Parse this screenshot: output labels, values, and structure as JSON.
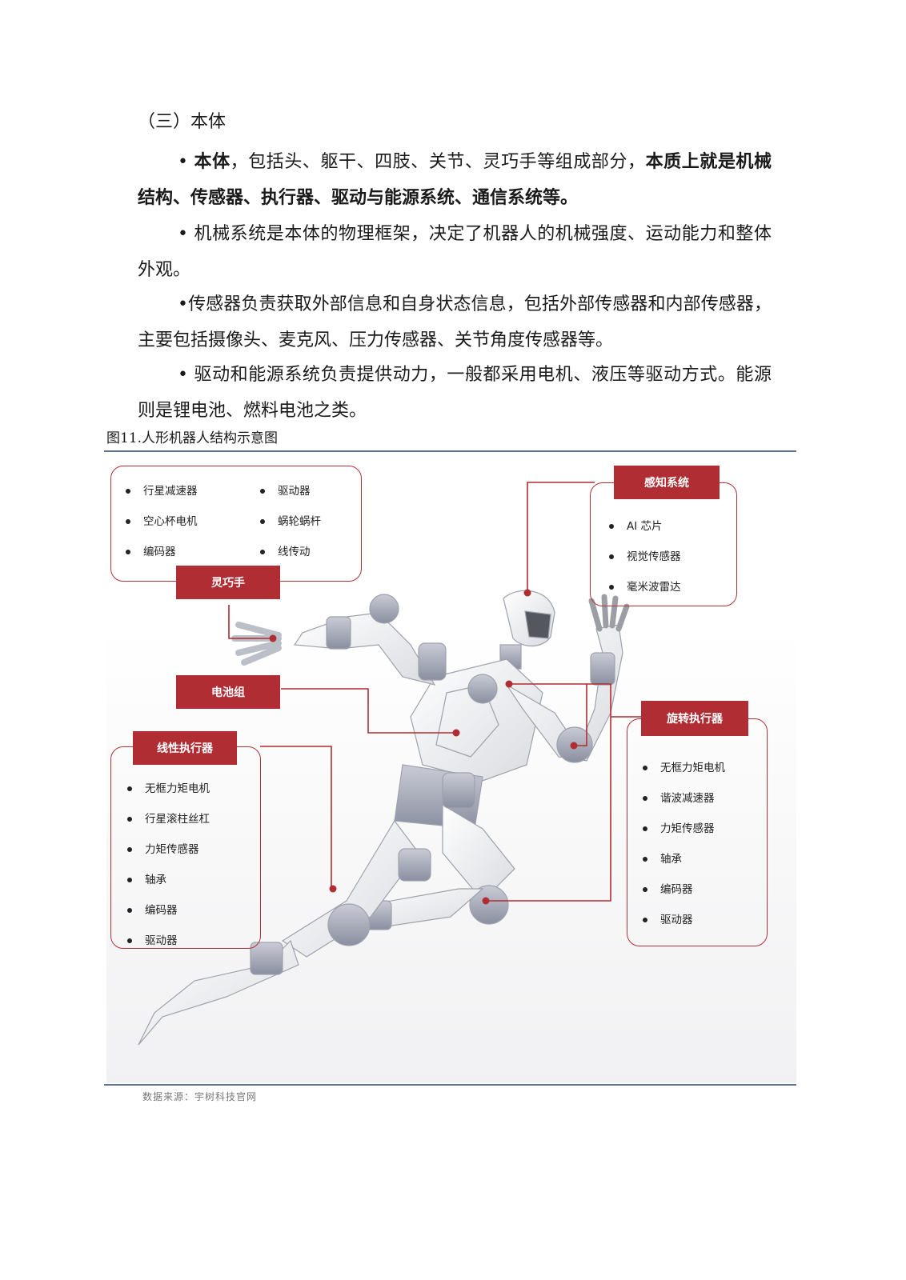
{
  "section": {
    "heading": "（三）本体"
  },
  "paragraphs": {
    "p1": {
      "a": "• ",
      "b1": "本体",
      "c": "，包括头、躯干、四肢、关节、灵巧手等组成部分，",
      "b2": "本质上就是机械结构、传感器、执行器、驱动与能源系统、通信系统等。"
    },
    "p2": "• 机械系统是本体的物理框架，决定了机器人的机械强度、运动能力和整体外观。",
    "p3": "•传感器负责获取外部信息和自身状态信息，包括外部传感器和内部传感器，主要包括摄像头、麦克风、压力传感器、关节角度传感器等。",
    "p4": "• 驱动和能源系统负责提供动力，一般都采用电机、液压等驱动方式。能源则是锂电池、燃料电池之类。"
  },
  "figure": {
    "caption": "图11.人形机器人结构示意图",
    "source": "数据来源：宇树科技官网",
    "dexterous_hand": {
      "tag": "灵巧手",
      "items": [
        "行星减速器",
        "驱动器",
        "空心杯电机",
        "蜗轮蜗杆",
        "编码器",
        "线传动"
      ]
    },
    "perception": {
      "tag": "感知系统",
      "items": [
        "AI 芯片",
        "视觉传感器",
        "毫米波雷达"
      ]
    },
    "battery": {
      "tag": "电池组"
    },
    "linear_actuator": {
      "tag": "线性执行器",
      "items": [
        "无框力矩电机",
        "行星滚柱丝杠",
        "力矩传感器",
        "轴承",
        "编码器",
        "驱动器"
      ]
    },
    "rotary_actuator": {
      "tag": "旋转执行器",
      "items": [
        "无框力矩电机",
        "谐波减速器",
        "力矩传感器",
        "轴承",
        "编码器",
        "驱动器"
      ]
    },
    "colors": {
      "accent": "#b02d33",
      "rule": "#5d7590"
    }
  }
}
